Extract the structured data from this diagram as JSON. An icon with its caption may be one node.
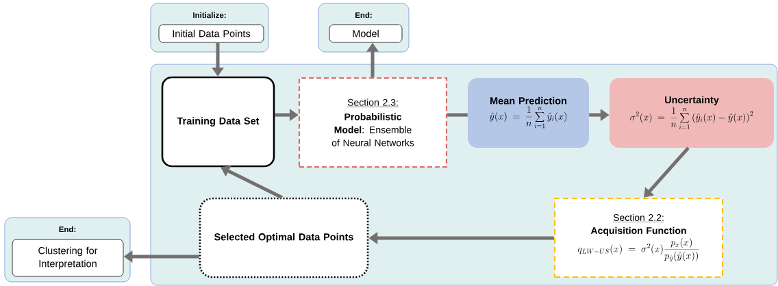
{
  "diagram": {
    "nodes": [
      {
        "text": [
          "Initialize:"
        ]
      },
      {
        "text": [
          "Initial Data Points"
        ],
        "in": 0
      },
      {
        "text": [
          "End:"
        ]
      },
      {
        "text": [
          "Model"
        ],
        "in": 2
      },
      {
        "text": [
          "End:"
        ]
      },
      {
        "text": [
          "Clustering for Interpretation"
        ],
        "in": 4
      },
      {
        "text": [],
        "shape": "box"
      },
      {
        "text": [
          "Training Data Set"
        ],
        "in": 6
      },
      {
        "text": [
          "Section 2.3:",
          "**Probabilistic Model**: Ensemble of Neural Networks"
        ],
        "in": 6
      },
      {
        "text": [
          "Mean Prediction",
          "\\hat{y}(x) = \\frac{1}{n}\\sum_{i=1}^{n}\\hat{y}_i(x)"
        ],
        "in": 6
      },
      {
        "text": [
          "Uncertainty",
          "\\sigma^2(x) = \\frac{1}{n}\\sum_{i=1}^{n}\\left(\\hat{y}_i(x) - \\hat{y}(x)\\right)^2"
        ],
        "in": 6
      },
      {
        "text": [
          "Section 2.2:",
          "Acquisition Function",
          "q_{LW-US}(x) = \\sigma^2(x)\\frac{p_x(x)}{p_{\\hat{y}}(\\hat{y}(x))}"
        ],
        "in": 6
      },
      {
        "text": [
          "Selected Optimal Data Points"
        ],
        "in": 6
      }
    ],
    "edges": [
      {
        "from": 1,
        "to": 7,
        "arrow": "to"
      },
      {
        "from": 8,
        "to": 3,
        "arrow": "to"
      },
      {
        "from": 7,
        "to": 8,
        "arrow": "to"
      },
      {
        "from": 8,
        "to": 9,
        "arrow": "none"
      },
      {
        "from": 9,
        "to": 10,
        "arrow": "to"
      },
      {
        "from": 10,
        "to": 11,
        "arrow": "to"
      },
      {
        "from": 11,
        "to": 12,
        "arrow": "to"
      },
      {
        "from": 12,
        "to": 7,
        "arrow": "to"
      },
      {
        "from": 12,
        "to": 5,
        "arrow": "to"
      }
    ]
  }
}
